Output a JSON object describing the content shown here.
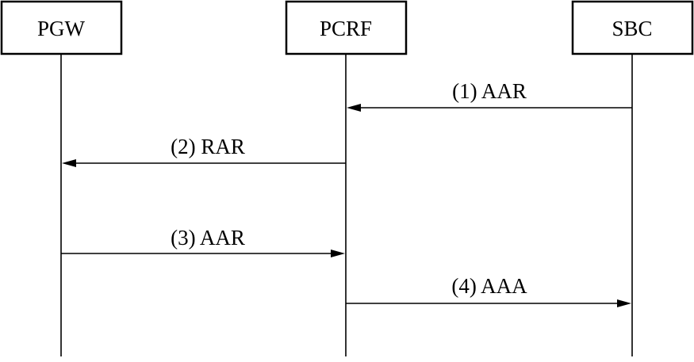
{
  "participants": [
    {
      "id": "pgw",
      "label": "PGW"
    },
    {
      "id": "pcrf",
      "label": "PCRF"
    },
    {
      "id": "sbc",
      "label": "SBC"
    }
  ],
  "messages": [
    {
      "step": 1,
      "label": "(1) AAR",
      "from": "sbc",
      "to": "pcrf"
    },
    {
      "step": 2,
      "label": "(2) RAR",
      "from": "pcrf",
      "to": "pgw"
    },
    {
      "step": 3,
      "label": "(3) AAR",
      "from": "pgw",
      "to": "pcrf"
    },
    {
      "step": 4,
      "label": "(4) AAA",
      "from": "pcrf",
      "to": "sbc"
    }
  ],
  "colors": {
    "line": "#000000",
    "background": "#ffffff"
  }
}
